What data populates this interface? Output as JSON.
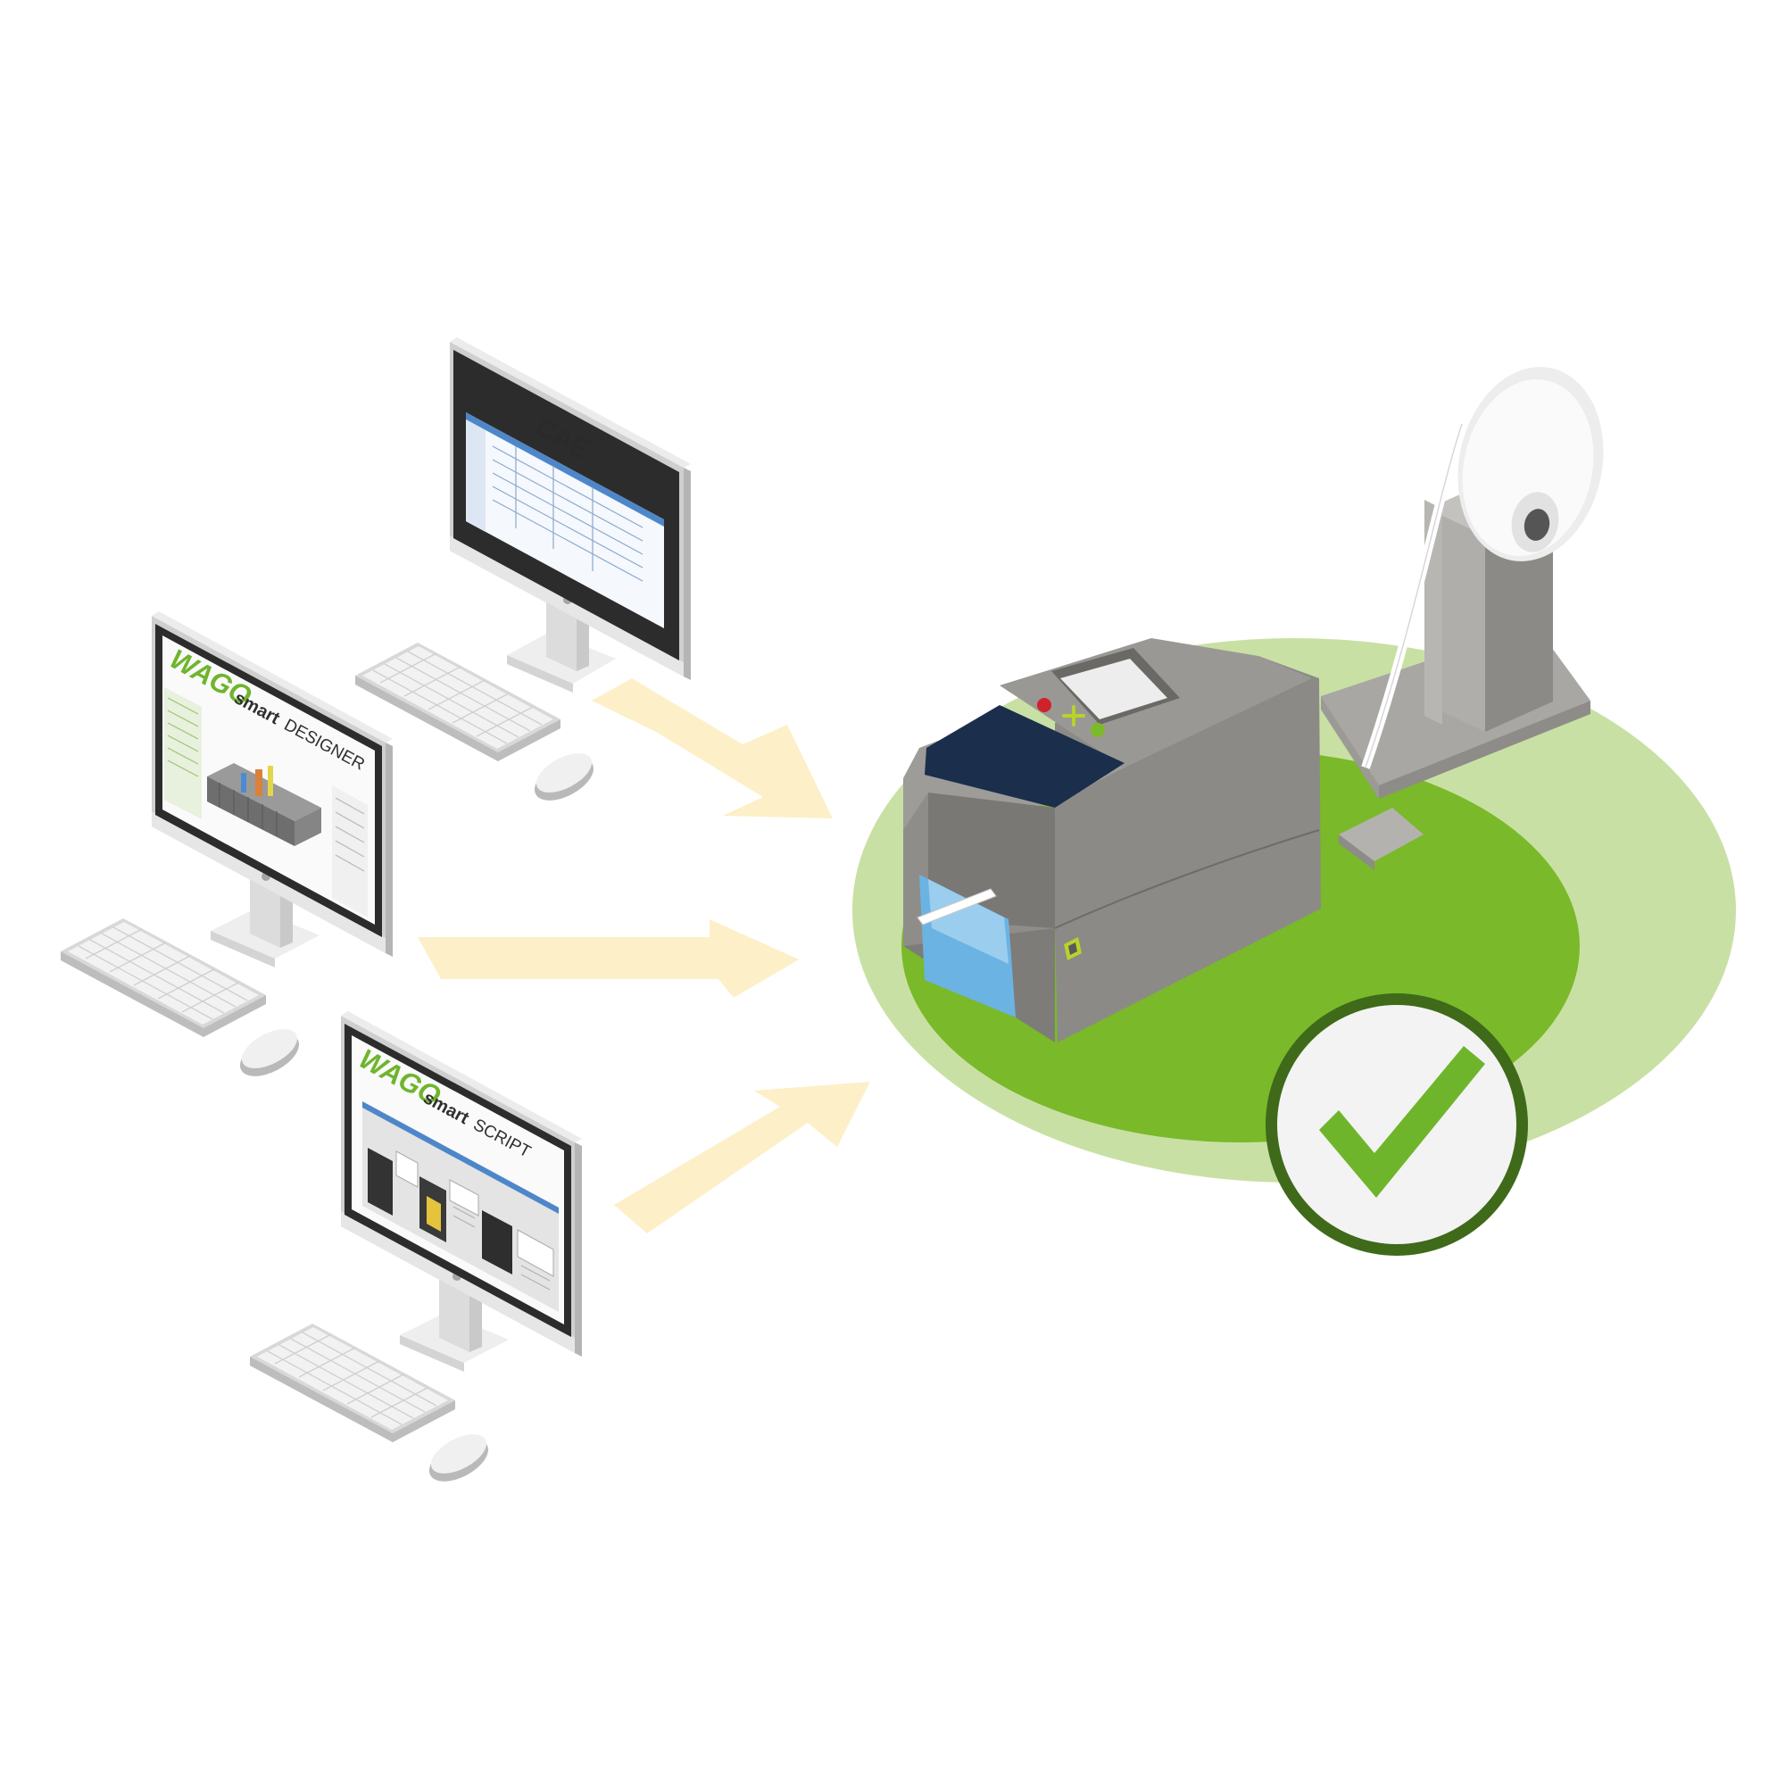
{
  "monitors": [
    {
      "id": "cae",
      "screen_title": "CAE"
    },
    {
      "id": "designer",
      "brand": "WAGO",
      "product_prefix": "smart",
      "product_name": "DESIGNER"
    },
    {
      "id": "script",
      "brand": "WAGO",
      "product_prefix": "smart",
      "product_name": "SCRIPT"
    }
  ],
  "colors": {
    "arrow": "#FDEFC8",
    "ground_light": "#C9E0A4",
    "ground_dark": "#7AB929",
    "brand_green": "#6FB52C",
    "printer_body": "#8C8A87",
    "printer_navy": "#1B2E4C",
    "check_ring": "#3E6A1A",
    "check_mark": "#6FB52C",
    "check_fill": "#F3F3F3"
  },
  "icons": [
    "keyboard-icon",
    "mouse-icon",
    "checkmark-icon",
    "printer-icon",
    "label-roll-icon"
  ]
}
